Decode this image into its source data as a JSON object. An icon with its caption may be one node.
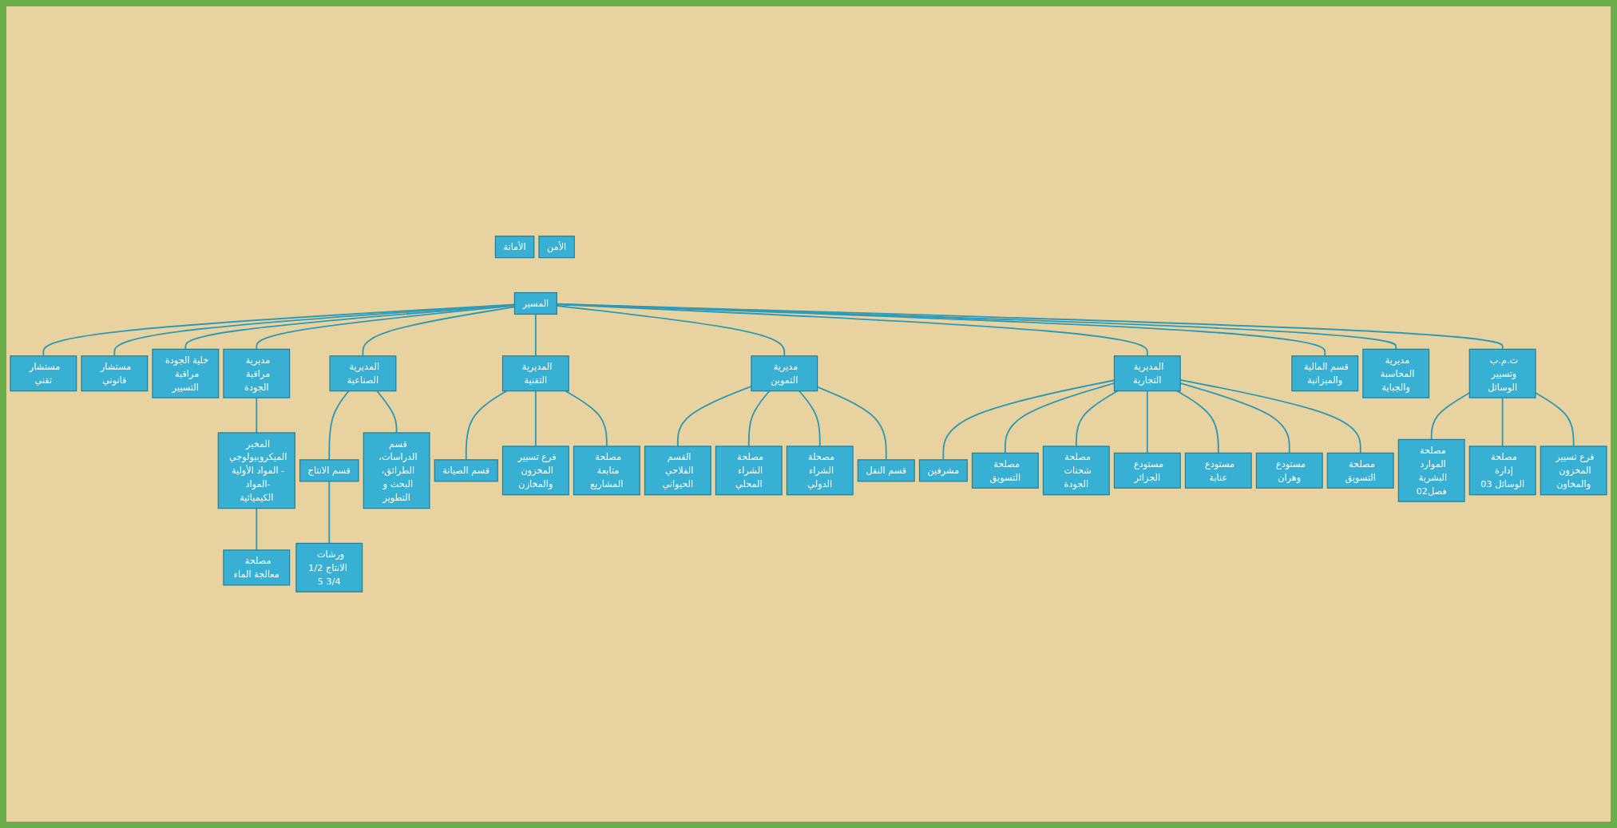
{
  "diagram": {
    "nodes": [
      {
        "text": [
          "الأمانة"
        ]
      },
      {
        "text": [
          "المسير"
        ]
      },
      {
        "text": [
          "الأمن"
        ]
      },
      {
        "text": [
          "مستشار تقني"
        ]
      },
      {
        "text": [
          "مستشار قانوني"
        ]
      },
      {
        "text": [
          "خلية الجودة مراقبة التسيير"
        ]
      },
      {
        "text": [
          "مديرية مراقبة الجودة"
        ]
      },
      {
        "text": [
          "المديرية الصناعية"
        ]
      },
      {
        "text": [
          "المديرية التقنية"
        ]
      },
      {
        "text": [
          "مديرية التموين"
        ]
      },
      {
        "text": [
          "المديرية التجارية"
        ]
      },
      {
        "text": [
          "قسم المالية والميزانية"
        ]
      },
      {
        "text": [
          "مديرية المحاسبة والجباية"
        ]
      },
      {
        "text": [
          "ت.م.ب وتسيير الوسائل"
        ]
      },
      {
        "text": [
          "المخبر الميكروبيولوجي - المواد الأولية -المواد الكيميائية"
        ]
      },
      {
        "text": [
          "مصلحة معالجة الماء"
        ]
      },
      {
        "text": [
          "قسم الانتاج"
        ]
      },
      {
        "text": [
          "قسم الدراسات، الطرائق، البحث و التطوير"
        ]
      },
      {
        "text": [
          "ورشات الانتاج 1/2 3/4 5"
        ]
      },
      {
        "text": [
          "قسم الصيانة"
        ]
      },
      {
        "text": [
          "فرع تسيير المخزون والمخازن"
        ]
      },
      {
        "text": [
          "مصلحة متابعة المشاريع"
        ]
      },
      {
        "text": [
          "القسم الفلاحي الحيواني"
        ]
      },
      {
        "text": [
          "مصلحة الشراء المحلي"
        ]
      },
      {
        "text": [
          "مصحلة الشراء الدولي"
        ]
      },
      {
        "text": [
          "قسم النقل"
        ]
      },
      {
        "text": [
          "مشرفين"
        ]
      },
      {
        "text": [
          "مصلحة التسويق"
        ]
      },
      {
        "text": [
          "مصلحة شحنات الجودة"
        ]
      },
      {
        "text": [
          "مستودع الجزائر"
        ]
      },
      {
        "text": [
          "مستودع عنابة"
        ]
      },
      {
        "text": [
          "مستودع وهران"
        ]
      },
      {
        "text": [
          "مصلحة التسويق"
        ]
      },
      {
        "text": [
          "مصلحة الموارد البشرية فصل02"
        ]
      },
      {
        "text": [
          "مصلحة إدارة الوسائل 03"
        ]
      },
      {
        "text": [
          "فرع تسيير المخزون والمخاون"
        ]
      }
    ],
    "edges": [
      {
        "from": 1,
        "to": 3,
        "arrow": "none"
      },
      {
        "from": 1,
        "to": 4,
        "arrow": "none"
      },
      {
        "from": 1,
        "to": 5,
        "arrow": "none"
      },
      {
        "from": 1,
        "to": 6,
        "arrow": "none"
      },
      {
        "from": 1,
        "to": 7,
        "arrow": "none"
      },
      {
        "from": 1,
        "to": 8,
        "arrow": "none"
      },
      {
        "from": 1,
        "to": 9,
        "arrow": "none"
      },
      {
        "from": 1,
        "to": 10,
        "arrow": "none"
      },
      {
        "from": 1,
        "to": 11,
        "arrow": "none"
      },
      {
        "from": 1,
        "to": 12,
        "arrow": "none"
      },
      {
        "from": 1,
        "to": 13,
        "arrow": "none"
      },
      {
        "from": 6,
        "to": 14,
        "arrow": "none"
      },
      {
        "from": 14,
        "to": 15,
        "arrow": "none"
      },
      {
        "from": 7,
        "to": 16,
        "arrow": "none"
      },
      {
        "from": 7,
        "to": 17,
        "arrow": "none"
      },
      {
        "from": 16,
        "to": 18,
        "arrow": "none"
      },
      {
        "from": 8,
        "to": 19,
        "arrow": "none"
      },
      {
        "from": 8,
        "to": 20,
        "arrow": "none"
      },
      {
        "from": 8,
        "to": 21,
        "arrow": "none"
      },
      {
        "from": 9,
        "to": 22,
        "arrow": "none"
      },
      {
        "from": 9,
        "to": 23,
        "arrow": "none"
      },
      {
        "from": 9,
        "to": 24,
        "arrow": "none"
      },
      {
        "from": 9,
        "to": 25,
        "arrow": "none"
      },
      {
        "from": 10,
        "to": 26,
        "arrow": "none"
      },
      {
        "from": 10,
        "to": 27,
        "arrow": "none"
      },
      {
        "from": 10,
        "to": 28,
        "arrow": "none"
      },
      {
        "from": 10,
        "to": 29,
        "arrow": "none"
      },
      {
        "from": 10,
        "to": 30,
        "arrow": "none"
      },
      {
        "from": 10,
        "to": 31,
        "arrow": "none"
      },
      {
        "from": 10,
        "to": 32,
        "arrow": "none"
      },
      {
        "from": 13,
        "to": 33,
        "arrow": "none"
      },
      {
        "from": 13,
        "to": 34,
        "arrow": "none"
      },
      {
        "from": 13,
        "to": 35,
        "arrow": "none"
      }
    ]
  }
}
